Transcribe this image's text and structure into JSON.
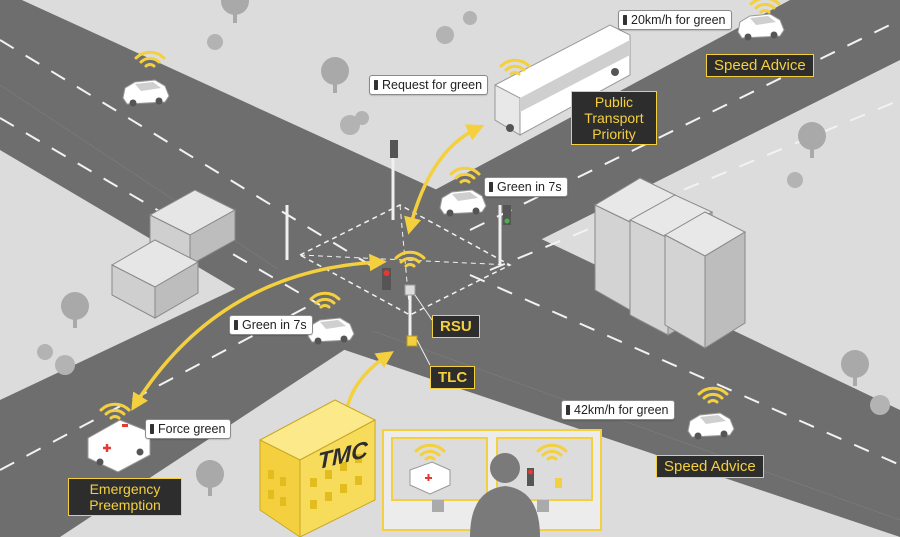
{
  "labels": {
    "request_green": "Request for green",
    "speed_20": "20km/h for green",
    "speed_advice_top": "Speed Advice",
    "public_transport": "Public Transport Priority",
    "green_7s_top": "Green in 7s",
    "green_7s_left": "Green in 7s",
    "rsu": "RSU",
    "tlc": "TLC",
    "force_green": "Force green",
    "emergency": "Emergency Preemption",
    "speed_42": "42km/h for green",
    "speed_advice_bottom": "Speed Advice",
    "tmc": "TMC"
  },
  "colors": {
    "background": "#dcdcdc",
    "road": "#6e6e6e",
    "road_marking": "#f2f2f2",
    "accent_yellow": "#f4d03f",
    "dark": "#2d2d2d",
    "building_grey": "#bdbdbd",
    "tree": "#a9a9a9"
  },
  "icons": [
    "wifi-signal-icon",
    "traffic-light-icon",
    "car-icon",
    "bus-icon",
    "ambulance-icon",
    "person-icon",
    "tree-icon",
    "building-icon"
  ]
}
